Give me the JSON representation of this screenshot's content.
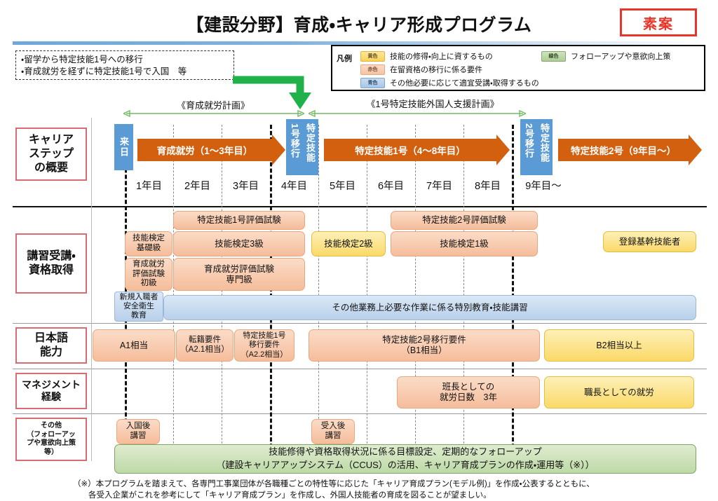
{
  "header": {
    "title": "【建設分野】育成・キャリア形成プログラム",
    "draft_badge": "素案",
    "accent_blue": "#5b9bd5",
    "accent_orange": "#d2600f",
    "accent_red_border": "#d86c72",
    "accent_green": "#74ba62"
  },
  "note_box": {
    "line1": "・留学から特定技能1号への移行",
    "line2": "・育成就労を経ずに特定技能1号で入国　等"
  },
  "legend": {
    "label": "凡例",
    "items": [
      {
        "chip": "黄色",
        "color": "yellow",
        "text": "技能の修得・向上に資するもの"
      },
      {
        "chip": "赤色",
        "color": "red",
        "text": "在留資格の移行に係る要件"
      },
      {
        "chip": "青色",
        "color": "blue",
        "text": "その他必要に応じて適宜受講・取得するもの"
      },
      {
        "chip": "緑色",
        "color": "green",
        "text": "フォローアップや意欲向上策"
      }
    ]
  },
  "section_labels": [
    {
      "name": "career-step",
      "text": "キャリア\nステップ\nの概要",
      "size": 16
    },
    {
      "name": "training-qualification",
      "text": "講習受講・\n資格取得",
      "size": 16
    },
    {
      "name": "japanese-ability",
      "text": "日本語\n能力",
      "size": 16
    },
    {
      "name": "management-experience",
      "text": "マネジメント\n経験",
      "size": 14
    },
    {
      "name": "others",
      "text": "その他\n（フォローアッ\nプや意欲向上策\n等）",
      "size": 10
    }
  ],
  "plans": [
    {
      "name": "training-work-plan",
      "label": "《育成就労計画》"
    },
    {
      "name": "ssw1-support-plan",
      "label": "《1号特定技能外国人支援計画》"
    }
  ],
  "timeline": {
    "arrival_box": "来日",
    "transition1_box": "1号移行",
    "transition1_box2": "特定技能",
    "transition2_box": "2号移行",
    "transition2_box2": "特定技能",
    "bands": [
      {
        "name": "band-training-work",
        "label": "育成就労（1～3年目）"
      },
      {
        "name": "band-ssw1",
        "label": "特定技能1号（4～8年目）"
      },
      {
        "name": "band-ssw2",
        "label": "特定技能2号（9年目～）"
      }
    ],
    "years": [
      "1年目",
      "2年目",
      "3年目",
      "4年目",
      "5年目",
      "6年目",
      "7年目",
      "8年目",
      "9年目～"
    ]
  },
  "row_training": {
    "items": [
      {
        "name": "ssw1-eval-exam",
        "text": "特定技能1号評価試験",
        "color": "red"
      },
      {
        "name": "ssw2-eval-exam",
        "text": "特定技能2号評価試験",
        "color": "red"
      },
      {
        "name": "skill-test-basic",
        "text": "技能検定\n基礎級",
        "color": "red"
      },
      {
        "name": "skill-test-3",
        "text": "技能検定3級",
        "color": "red"
      },
      {
        "name": "skill-test-2",
        "text": "技能検定2級",
        "color": "yellow"
      },
      {
        "name": "skill-test-1",
        "text": "技能検定1級",
        "color": "red"
      },
      {
        "name": "registered-core-engineer",
        "text": "登録基幹技能者",
        "color": "yellow"
      },
      {
        "name": "training-work-eval-beginner",
        "text": "育成就労\n評価試験\n初級",
        "color": "red"
      },
      {
        "name": "training-work-eval-specialist",
        "text": "育成就労評価試験\n専門級",
        "color": "red"
      },
      {
        "name": "new-entrant-safety-education",
        "text": "新規入職者\n安全衛生\n教育",
        "color": "blue"
      },
      {
        "name": "special-education-skill-training",
        "text": "その他業務上必要な作業に係る特別教育・技能講習",
        "color": "blue"
      }
    ]
  },
  "row_japanese": {
    "items": [
      {
        "name": "a1-level",
        "text": "A1相当",
        "color": "red"
      },
      {
        "name": "transfer-requirement",
        "text": "転籍要件\n（A2.1相当）",
        "color": "red"
      },
      {
        "name": "ssw1-transition-requirement",
        "text": "特定技能1号\n移行要件\n（A2.2相当）",
        "color": "red"
      },
      {
        "name": "ssw2-transition-requirement",
        "text": "特定技能2号移行要件\n（B1相当）",
        "color": "red"
      },
      {
        "name": "b2-or-above",
        "text": "B2相当以上",
        "color": "yellow"
      }
    ]
  },
  "row_management": {
    "items": [
      {
        "name": "foreman-workdays",
        "text": "班長としての\n就労日数　3年",
        "color": "red"
      },
      {
        "name": "shokucho-work",
        "text": "職長としての就労",
        "color": "yellow"
      }
    ]
  },
  "row_others": {
    "items": [
      {
        "name": "post-entry-training",
        "text": "入国後\n講習",
        "color": "red"
      },
      {
        "name": "post-acceptance-training",
        "text": "受入後\n講習",
        "color": "red"
      },
      {
        "name": "followup-goal-setting",
        "text": "技能修得や資格取得状況に係る目標設定、定期的なフォローアップ\n（建設キャリアアップシステム（CCUS）の活用、キャリア育成プランの作成・運用等（※））",
        "color": "green"
      }
    ]
  },
  "footnote": {
    "line1": "（※）本プログラムを踏まえて、各専門工事業団体が各職種ごとの特性等に応じた「キャリア育成プラン(モデル例)」を作成・公表するとともに、",
    "line2": "各受入企業がこれを参考にして「キャリア育成プラン」を作成し、外国人技能者の育成を図ることが望ましい。"
  }
}
